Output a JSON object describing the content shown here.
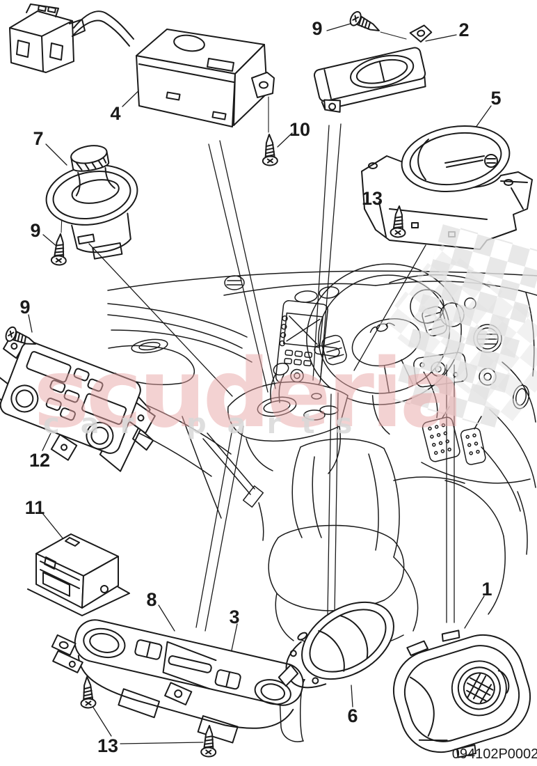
{
  "diagram": {
    "background_color": "#ffffff",
    "line_color": "#1a1a1a",
    "part_number": "094102P0002",
    "watermark": {
      "primary_text": "scuderia",
      "secondary_text_left": "car",
      "secondary_text_right": "parts",
      "primary_color": "#e9a6a6",
      "secondary_color": "#d9d9d9",
      "flag_color": "#e2e2e2"
    },
    "callouts": [
      {
        "label": "9"
      },
      {
        "label": "2"
      },
      {
        "label": "4"
      },
      {
        "label": "10"
      },
      {
        "label": "5"
      },
      {
        "label": "13"
      },
      {
        "label": "7"
      },
      {
        "label": "9"
      },
      {
        "label": "9"
      },
      {
        "label": "12"
      },
      {
        "label": "11"
      },
      {
        "label": "8"
      },
      {
        "label": "3"
      },
      {
        "label": "13"
      },
      {
        "label": "6"
      },
      {
        "label": "1"
      }
    ]
  }
}
